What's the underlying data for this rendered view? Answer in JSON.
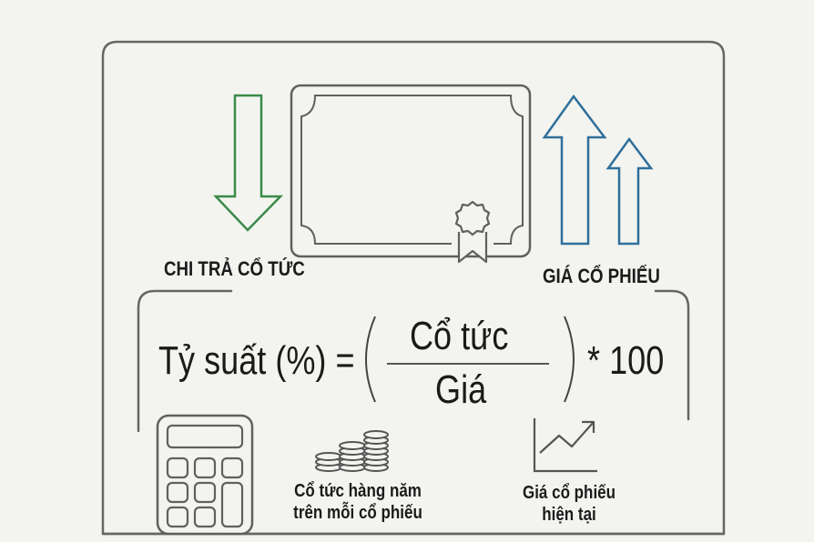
{
  "labels": {
    "dividend_payout": "CHI TRẢ CỔ TỨC",
    "stock_price": "GIÁ CỔ PHIẾU"
  },
  "formula": {
    "lhs": "Tỷ suất (%) =",
    "numerator": "Cổ tức",
    "denominator": "Giá",
    "multiplier": "* 100"
  },
  "captions": {
    "annual_dividend_line1": "Cổ tức hàng năm",
    "annual_dividend_line2": "trên mỗi cổ phiếu",
    "current_price_line1": "Giá cổ phiếu",
    "current_price_line2": "hiện tại"
  },
  "icons": {
    "down_arrow": "arrow-down-icon",
    "certificate": "stock-certificate-icon",
    "up_arrows": "arrows-up-icon",
    "calculator": "calculator-icon",
    "coins": "coin-stacks-icon",
    "trend_chart": "trend-chart-icon"
  },
  "colors": {
    "green_arrow": "#3a8a48",
    "blue_arrow": "#2f6f9a",
    "line_gray": "#666666",
    "text": "#1b1b1b",
    "background": "#f3f4f0"
  }
}
